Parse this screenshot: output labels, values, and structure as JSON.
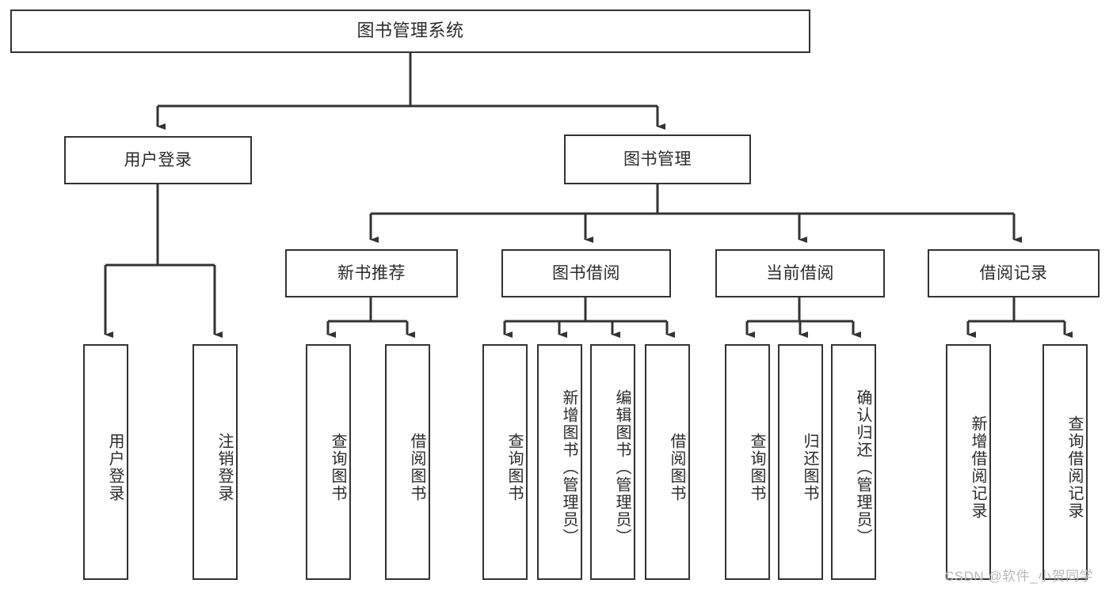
{
  "diagram": {
    "type": "tree",
    "title": "图书管理系统",
    "watermark": "CSDN @软件_小贺同学",
    "colors": {
      "border": "#333333",
      "text": "#2b2b2b",
      "background": "#ffffff",
      "edge": "#333333",
      "watermark": "#b9b9b9"
    },
    "nodes": {
      "root": {
        "label": "图书管理系统"
      },
      "level2": [
        {
          "id": "user-login",
          "label": "用户登录"
        },
        {
          "id": "book-manage",
          "label": "图书管理"
        }
      ],
      "level3": [
        {
          "id": "new-book-recommend",
          "label": "新书推荐"
        },
        {
          "id": "book-borrow",
          "label": "图书借阅"
        },
        {
          "id": "current-borrow",
          "label": "当前借阅"
        },
        {
          "id": "borrow-record",
          "label": "借阅记录"
        }
      ],
      "leaves": {
        "user_login": [
          {
            "id": "leaf-user-login",
            "label": "用户登录"
          },
          {
            "id": "leaf-logout",
            "label": "注销登录"
          }
        ],
        "new_book_recommend": [
          {
            "id": "leaf-query-book-1",
            "label": "查询图书"
          },
          {
            "id": "leaf-borrow-book-1",
            "label": "借阅图书"
          }
        ],
        "book_borrow": [
          {
            "id": "leaf-query-book-2",
            "label": "查询图书"
          },
          {
            "id": "leaf-add-book",
            "label": "新增图书（管理员）"
          },
          {
            "id": "leaf-edit-book",
            "label": "编辑图书（管理员）"
          },
          {
            "id": "leaf-borrow-book-2",
            "label": "借阅图书"
          }
        ],
        "current_borrow": [
          {
            "id": "leaf-query-book-3",
            "label": "查询图书"
          },
          {
            "id": "leaf-return-book",
            "label": "归还图书"
          },
          {
            "id": "leaf-confirm-return",
            "label": "确认归还（管理员）"
          }
        ],
        "borrow_record": [
          {
            "id": "leaf-add-record",
            "label": "新增借阅记录"
          },
          {
            "id": "leaf-query-record",
            "label": "查询借阅记录"
          }
        ]
      }
    }
  }
}
